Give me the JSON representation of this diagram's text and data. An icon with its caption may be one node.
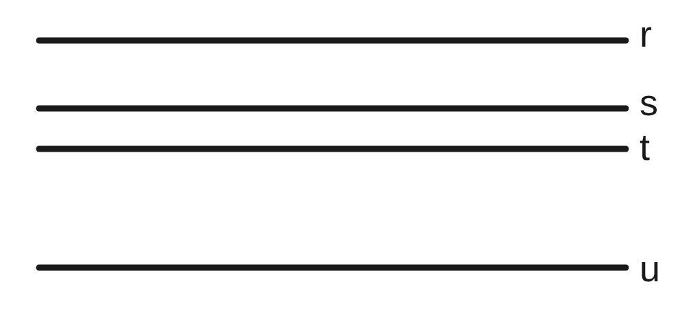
{
  "diagram": {
    "labels": [
      "r",
      "s",
      "t",
      "u"
    ]
  }
}
